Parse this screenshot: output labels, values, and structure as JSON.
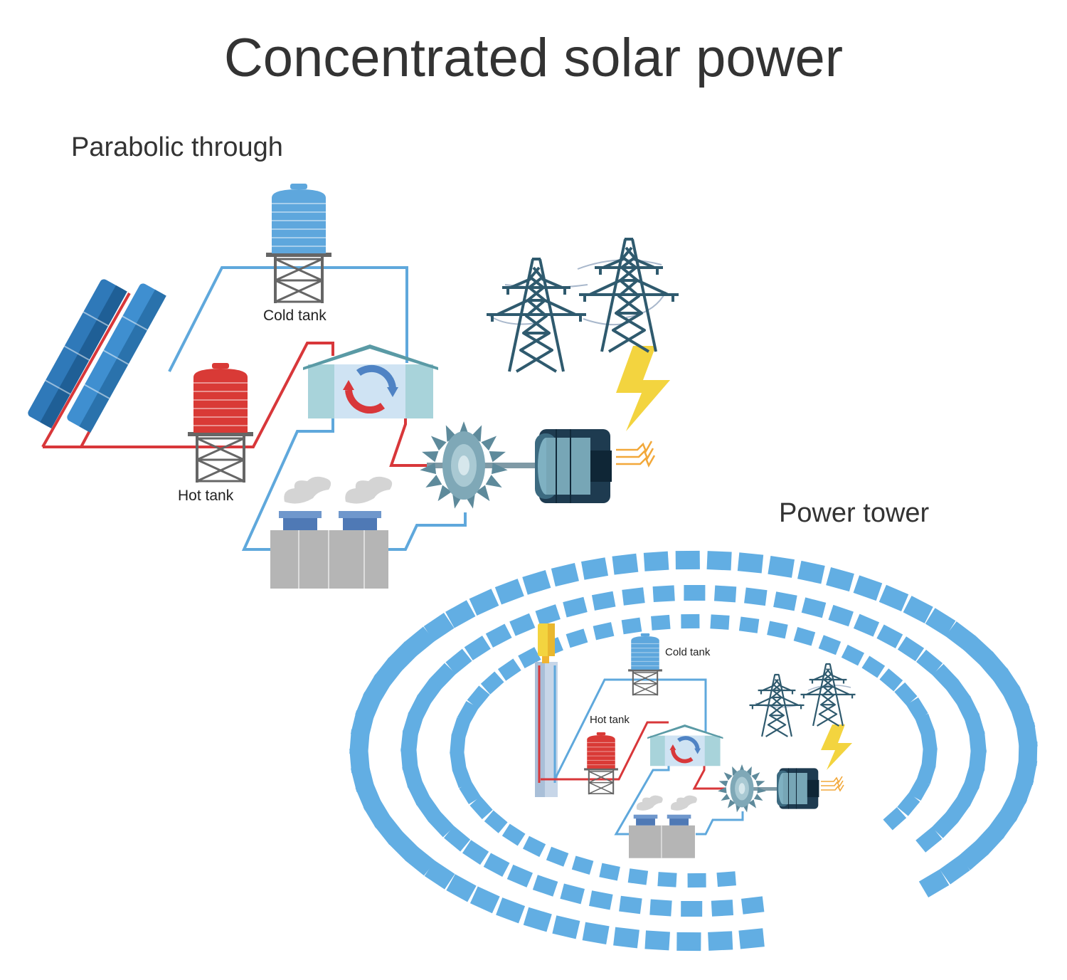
{
  "title": "Concentrated solar power",
  "sections": {
    "parabolic": {
      "heading": "Parabolic through",
      "cold_tank_label": "Cold tank",
      "hot_tank_label": "Hot tank"
    },
    "tower": {
      "heading": "Power tower",
      "cold_tank_label": "Cold tank",
      "hot_tank_label": "Hot tank"
    }
  },
  "colors": {
    "hot_line": "#d8373a",
    "cold_line": "#5fa8dc",
    "heliostat": "#62aee3",
    "cold_tank": "#5ea7dd",
    "hot_tank": "#d93a36",
    "lightning": "#f3d43f",
    "pylon": "#2f5a6e",
    "turbine": "#6e98a8",
    "generator": "#1e3b50",
    "cooling_tower": "#b5b5b5",
    "exchanger_house": "#a8d3da"
  },
  "icons": [
    "parabolic-trough-collector-icon",
    "storage-tank-icon",
    "heat-exchanger-house-icon",
    "steam-turbine-icon",
    "generator-icon",
    "transmission-pylon-icon",
    "lightning-bolt-icon",
    "cooling-tower-icon",
    "solar-tower-icon",
    "heliostat-mirror-icon"
  ]
}
